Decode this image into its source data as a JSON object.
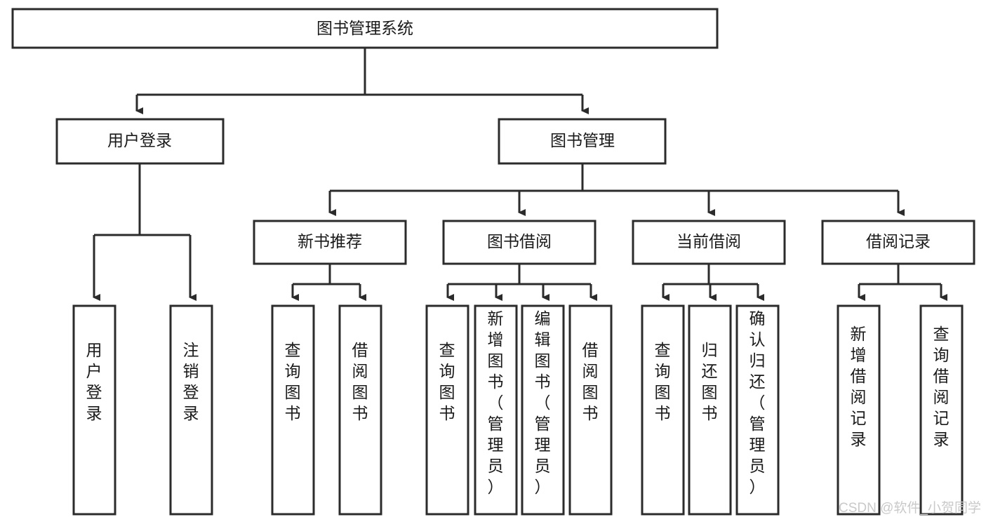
{
  "diagram": {
    "title": "图书管理系统",
    "type": "tree-hierarchy",
    "root": {
      "id": "root",
      "label": "图书管理系统"
    },
    "level2": [
      {
        "id": "user-login",
        "label": "用户登录"
      },
      {
        "id": "book-manage",
        "label": "图书管理"
      }
    ],
    "level3": [
      {
        "id": "new-book-rec",
        "label": "新书推荐",
        "parent": "book-manage"
      },
      {
        "id": "book-borrow",
        "label": "图书借阅",
        "parent": "book-manage"
      },
      {
        "id": "current-borrow",
        "label": "当前借阅",
        "parent": "book-manage"
      },
      {
        "id": "borrow-record",
        "label": "借阅记录",
        "parent": "book-manage"
      }
    ],
    "leaves": [
      {
        "id": "leaf-user-login",
        "label": "用户登录",
        "parent": "user-login"
      },
      {
        "id": "leaf-logout",
        "label": "注销登录",
        "parent": "user-login"
      },
      {
        "id": "leaf-query-book-1",
        "label": "查询图书",
        "parent": "new-book-rec"
      },
      {
        "id": "leaf-borrow-book-1",
        "label": "借阅图书",
        "parent": "new-book-rec"
      },
      {
        "id": "leaf-query-book-2",
        "label": "查询图书",
        "parent": "book-borrow"
      },
      {
        "id": "leaf-add-book",
        "label": "新增图书（管理员）",
        "parent": "book-borrow"
      },
      {
        "id": "leaf-edit-book",
        "label": "编辑图书（管理员）",
        "parent": "book-borrow"
      },
      {
        "id": "leaf-borrow-book-2",
        "label": "借阅图书",
        "parent": "book-borrow"
      },
      {
        "id": "leaf-query-book-3",
        "label": "查询图书",
        "parent": "current-borrow"
      },
      {
        "id": "leaf-return-book",
        "label": "归还图书",
        "parent": "current-borrow"
      },
      {
        "id": "leaf-confirm-return",
        "label": "确认归还（管理员）",
        "parent": "current-borrow"
      },
      {
        "id": "leaf-add-record",
        "label": "新增借阅记录",
        "parent": "borrow-record"
      },
      {
        "id": "leaf-query-record",
        "label": "查询借阅记录",
        "parent": "borrow-record"
      }
    ]
  },
  "watermark": {
    "text": "CSDN @软件_小贺同学"
  },
  "colors": {
    "stroke": "#2b2b2b",
    "box_fill": "#ffffff",
    "text": "#1a1a1a",
    "background": "#ffffff",
    "watermark": "#c9c9c9"
  }
}
